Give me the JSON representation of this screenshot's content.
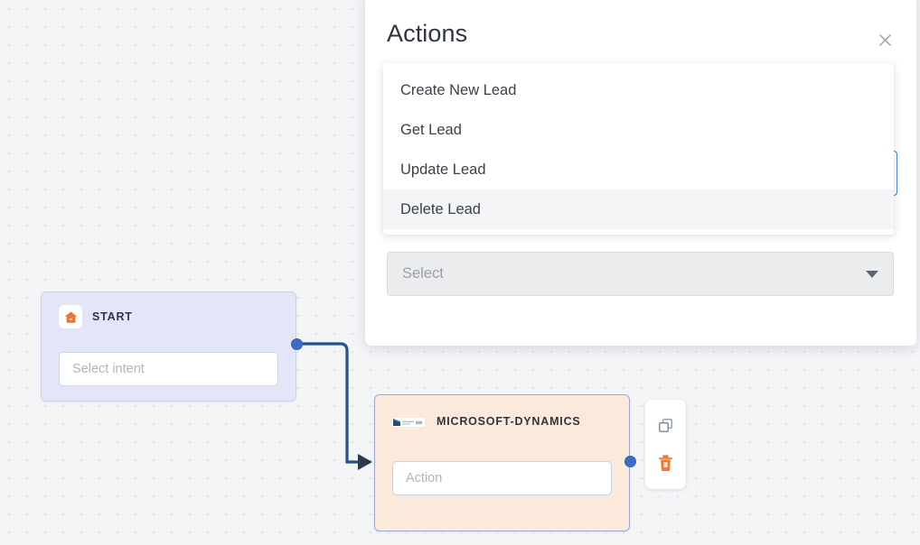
{
  "canvas": {
    "grid_dot_color": "#dcdfe4",
    "background_color": "#f4f5f7"
  },
  "nodes": {
    "start": {
      "title": "START",
      "icon": "home-icon",
      "icon_color": "#ef7332",
      "field_placeholder": "Select intent",
      "background_color": "#e3e6f9"
    },
    "dynamics": {
      "title": "MICROSOFT-DYNAMICS",
      "icon": "microsoft-dynamics-logo",
      "field_placeholder": "Action",
      "background_color": "#fbe9dc",
      "selected_border_color": "#9aa8d4"
    }
  },
  "node_toolbar": {
    "duplicate_label": "copy-icon",
    "delete_label": "trash-icon",
    "delete_color": "#ee7733",
    "duplicate_color": "#8e99a8"
  },
  "connector": {
    "color": "#27528f",
    "port_color": "#3c6dc4"
  },
  "dialog": {
    "title": "Actions",
    "close_label": "×",
    "dropdown": {
      "items": [
        {
          "label": "Create New Lead",
          "highlighted": false
        },
        {
          "label": "Get Lead",
          "highlighted": false
        },
        {
          "label": "Update Lead",
          "highlighted": false
        },
        {
          "label": "Delete Lead",
          "highlighted": true
        }
      ]
    },
    "select": {
      "value": "Select",
      "caret": "chevron-down-icon"
    }
  }
}
